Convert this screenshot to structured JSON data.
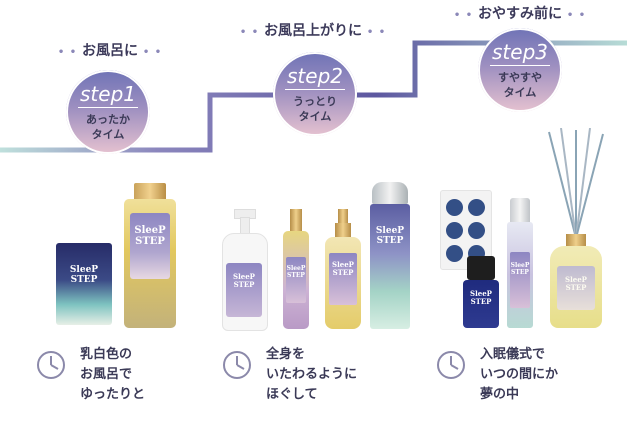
{
  "steps": [
    {
      "heading": "お風呂に",
      "step": "step1",
      "sub1": "あったか",
      "sub2": "タイム",
      "caption": [
        "乳白色の",
        "お風呂で",
        "ゆったりと"
      ]
    },
    {
      "heading": "お風呂上がりに",
      "step": "step2",
      "sub1": "うっとり",
      "sub2": "タイム",
      "caption": [
        "全身を",
        "いたわるように",
        "ほぐして"
      ]
    },
    {
      "heading": "おやすみ前に",
      "step": "step3",
      "sub1": "すやすや",
      "sub2": "タイム",
      "caption": [
        "入眠儀式で",
        "いつの間にか",
        "夢の中"
      ]
    }
  ],
  "brand": {
    "line1": "SleeP",
    "line2": "STEP"
  },
  "dots": "• •",
  "colors": {
    "line": "#6a66a8",
    "teal": "#a9d6d2",
    "text": "#3b3a57",
    "badge_top": "#6f73b6",
    "badge_bottom": "#e6c2d0"
  }
}
